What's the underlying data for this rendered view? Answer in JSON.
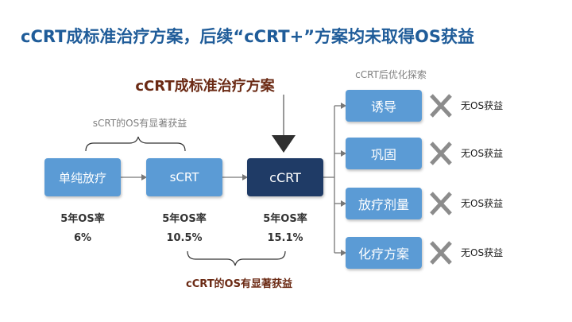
{
  "title": "cCRT成标准治疗方案，后续“cCRT+”方案均未取得OS获益",
  "header_label": "cCRT成标准治疗方案",
  "scrt_note": "sCRT的OS有显著获益",
  "optimization_note": "cCRT后优化探索",
  "ccrt_note": "cCRT的OS有显著获益",
  "treatments": [
    {
      "label": "单纯放疗",
      "os_label": "5年OS率",
      "os_value": "6%"
    },
    {
      "label": "sCRT",
      "os_label": "5年OS率",
      "os_value": "10.5%"
    },
    {
      "label": "cCRT",
      "os_label": "5年OS率",
      "os_value": "15.1%"
    }
  ],
  "optimizations": [
    {
      "label": "诱导",
      "result": "无OS获益"
    },
    {
      "label": "巩固",
      "result": "无OS获益"
    },
    {
      "label": "放疗剂量",
      "result": "无OS获益"
    },
    {
      "label": "化疗方案",
      "result": "无OS获益"
    }
  ],
  "icons": {
    "cross": "x-mark-icon",
    "arrow": "arrow-right-icon",
    "down_arrow": "arrow-down-icon",
    "brace": "curly-brace-icon"
  },
  "colors": {
    "title": "#1f5c99",
    "box_light": "#5b9bd5",
    "box_dark": "#1f3b66",
    "note_dark_red": "#6b2a14",
    "cross": "#8c8c8c"
  }
}
